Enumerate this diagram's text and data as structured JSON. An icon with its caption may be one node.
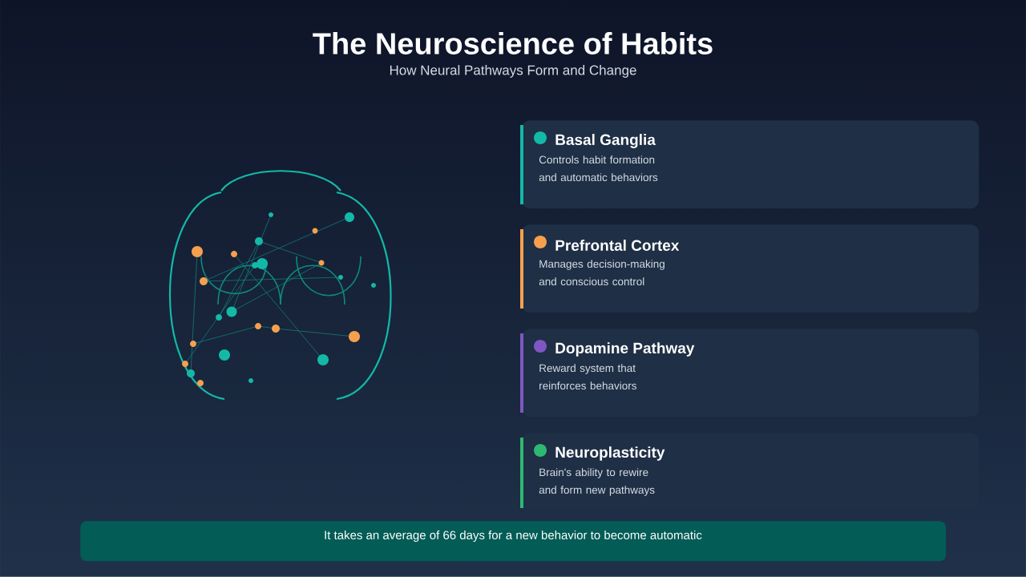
{
  "diagram": {
    "title": "The Neuroscience of Habits",
    "caption": "How Neural Pathways Form and Change",
    "nodes": [
      {
        "text": [
          "Basal Ganglia",
          "Controls habit formation and automatic behaviors"
        ]
      },
      {
        "text": [
          "Prefrontal Cortex",
          "Manages decision-making and conscious control"
        ]
      },
      {
        "text": [
          "Dopamine Pathway",
          "Reward system that reinforces behaviors"
        ]
      },
      {
        "text": [
          "Neuroplasticity",
          "Brain's ability to rewire and form new pathways"
        ]
      },
      {
        "text": [
          "It takes an average of 66 days for a new behavior to become automatic"
        ]
      }
    ]
  }
}
